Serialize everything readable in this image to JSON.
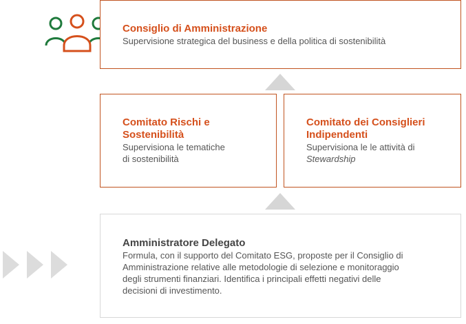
{
  "board": {
    "title": "Consiglio di Amministrazione",
    "description": "Supervisione strategica del business e della politica di sostenibilità"
  },
  "risk_committee": {
    "title_line1": "Comitato Rischi e",
    "title_line2": "Sostenibilità",
    "desc_line1": "Supervisiona le tematiche",
    "desc_line2": "di sostenibilità"
  },
  "independent_committee": {
    "title_line1": "Comitato dei Consiglieri",
    "title_line2": "Indipendenti",
    "desc_line1": "Supervisiona le le attività di",
    "desc_line2": "Stewardship"
  },
  "ceo": {
    "title": "Amministratore Delegato",
    "desc_line1": "Formula, con il supporto del Comitato ESG, proposte per il Consiglio di",
    "desc_line2": "Amministrazione relative alle metodologie di selezione e monitoraggio",
    "desc_line3": "degli strumenti finanziari. Identifica i principali effetti negativi delle",
    "desc_line4": "decisioni di investimento."
  },
  "colors": {
    "accent_orange": "#d5501c",
    "icon_green": "#1f7a3c",
    "arrow_grey": "#d6d6d6"
  },
  "icons": [
    "people-group-icon",
    "arrow-up-icon",
    "chevron-right-icon"
  ]
}
